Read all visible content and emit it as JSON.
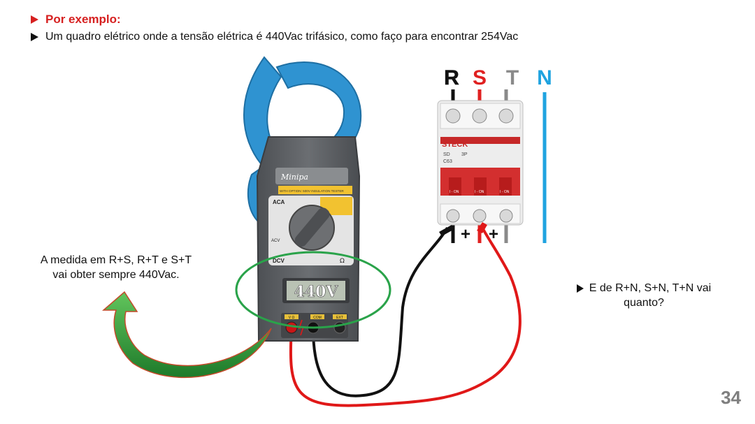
{
  "slide": {
    "heading": "Por exemplo:",
    "question": "Um quadro elétrico onde a tensão elétrica é 440Vac trifásico, como faço para encontrar 254Vac",
    "note_left_line1": "A medida em R+S, R+T e S+T",
    "note_left_line2": "vai obter sempre 440Vac.",
    "note_right_line1": "E de R+N, S+N, T+N vai",
    "note_right_line2": "quanto?",
    "page_number": "34"
  },
  "phases": {
    "r": {
      "label": "R",
      "color": "#111111"
    },
    "s": {
      "label": "S",
      "color": "#e02020"
    },
    "t": {
      "label": "T",
      "color": "#8a8a8a"
    },
    "n": {
      "label": "N",
      "color": "#1fa3e0"
    }
  },
  "breaker": {
    "brand": "STECK",
    "model": "SD",
    "poles": "3P",
    "rating": "C63",
    "switch_label": "I - ON",
    "polarity_plus": "+"
  },
  "meter": {
    "brand": "Minipa",
    "reading": "440V",
    "badge": "WITH OPTION: 500V INSULATION TESTER",
    "dial_aca": "ACA",
    "dial_dcv": "DCV",
    "dial_acv": "ACV",
    "dial_ohm": "Ω",
    "jack_v": "V Ω",
    "jack_com": "COM",
    "jack_ext": "EXT"
  },
  "colors": {
    "clamp_blue": "#2f93d1",
    "meter_gray": "#5f6266",
    "highlight_green": "#2aa34a",
    "arrow_green": "#3fae3f",
    "lead_red": "#e01818",
    "lead_black": "#111111"
  }
}
